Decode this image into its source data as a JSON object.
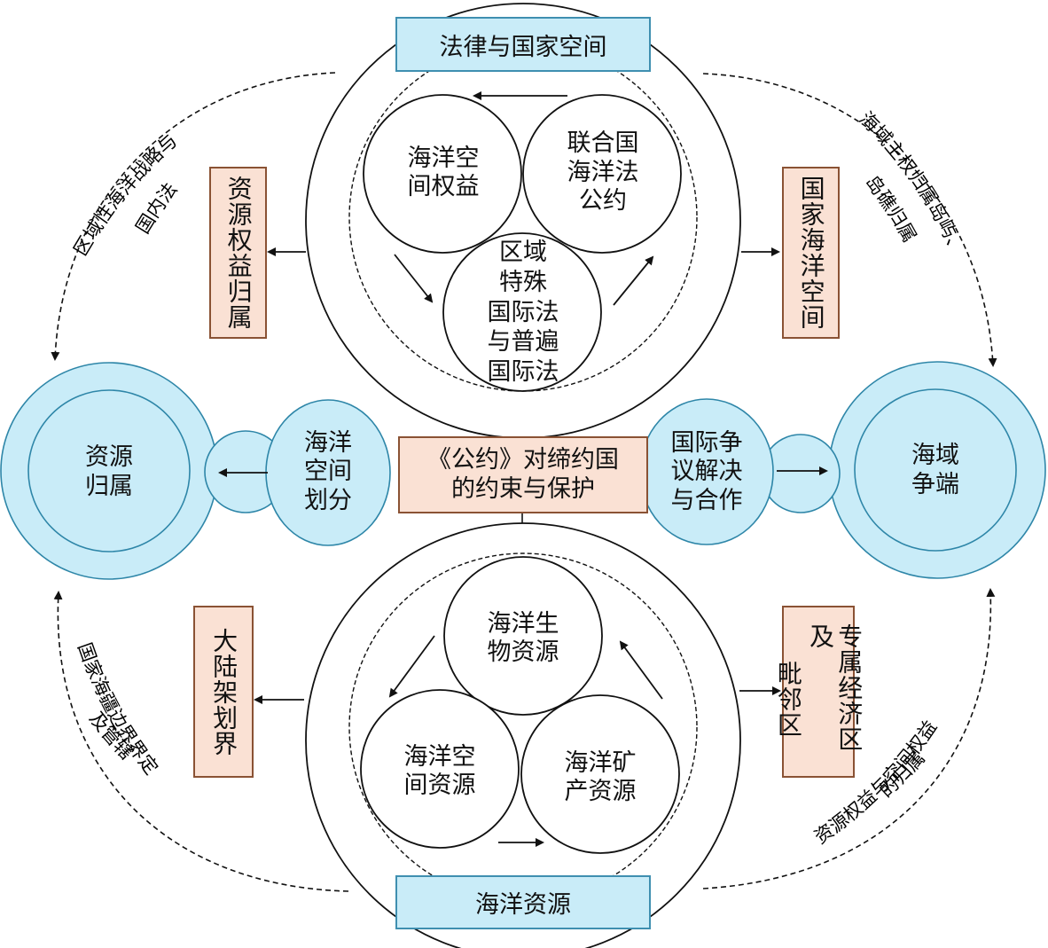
{
  "title_top": "法律与国家空间",
  "title_bottom": "海洋资源",
  "center": {
    "label": "《公约》对缔约国\n的约束与保护"
  },
  "left_node": {
    "label": "资源\n归属"
  },
  "right_node": {
    "label": "海域\n争端"
  },
  "left_mid": {
    "label": "海洋\n空间\n划分"
  },
  "right_mid": {
    "label": "国际争\n议解决\n与合作"
  },
  "top_cluster": {
    "circles": [
      {
        "label": "海洋空\n间权益"
      },
      {
        "label": "联合国\n海洋法\n公约"
      },
      {
        "label": "区域\n特殊\n国际法\n与普遍\n国际法"
      }
    ]
  },
  "bottom_cluster": {
    "circles": [
      {
        "label": "海洋生\n物资源"
      },
      {
        "label": "海洋空\n间资源"
      },
      {
        "label": "海洋矿\n产资源"
      }
    ]
  },
  "side_boxes": {
    "top_left": "资源权益归属",
    "top_right": "国家海洋空间",
    "bottom_left": "大陆架划界",
    "bottom_right_col1": "专属经济区及",
    "bottom_right_col2": "毗邻区"
  },
  "arc_labels": {
    "top_left_line1": "区域性海洋战略与",
    "top_left_line2": "国内法",
    "top_right_line1": "海域主权归属岛屿、",
    "top_right_line2": "岛礁归属",
    "bottom_left_line1": "国家海疆边界界定",
    "bottom_left_line2": "及管辖",
    "bottom_right_line1": "资源权益与空间权益",
    "bottom_right_line2": "的归属"
  },
  "colors": {
    "blue_fill": "#c9ecf8",
    "blue_stroke": "#3f8fb0",
    "pink_fill": "#fae1d4",
    "pink_stroke": "#8a5234",
    "line": "#111111"
  }
}
